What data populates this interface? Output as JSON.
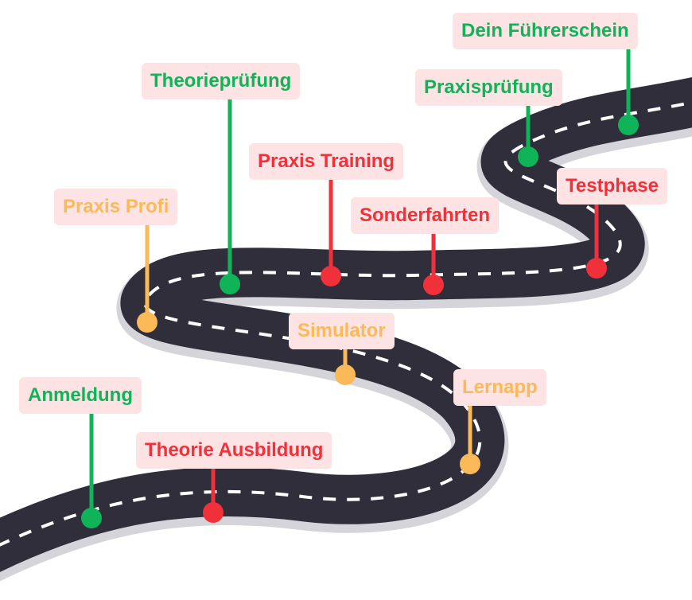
{
  "colors": {
    "green": "#0fb458",
    "red": "#f2303a",
    "orange": "#fbb958",
    "road": "#2f2e3a",
    "road_edge": "#d4d4da",
    "lane": "#ffffff",
    "label_bg": "#fde3e3"
  },
  "milestones": [
    {
      "id": "anmeldung",
      "text": "Anmeldung",
      "color": "green"
    },
    {
      "id": "theorie-ausbildung",
      "text": "Theorie Ausbildung",
      "color": "red"
    },
    {
      "id": "lernapp",
      "text": "Lernapp",
      "color": "orange"
    },
    {
      "id": "simulator",
      "text": "Simulator",
      "color": "orange"
    },
    {
      "id": "praxis-profi",
      "text": "Praxis Profi",
      "color": "orange"
    },
    {
      "id": "theoriepruefung",
      "text": "Theorieprüfung",
      "color": "green"
    },
    {
      "id": "praxis-training",
      "text": "Praxis Training",
      "color": "red"
    },
    {
      "id": "sonderfahrten",
      "text": "Sonderfahrten",
      "color": "red"
    },
    {
      "id": "testphase",
      "text": "Testphase",
      "color": "red"
    },
    {
      "id": "praxispruefung",
      "text": "Praxisprüfung",
      "color": "green"
    },
    {
      "id": "dein-fuehrerschein",
      "text": "Dein Führerschein",
      "color": "green"
    }
  ]
}
